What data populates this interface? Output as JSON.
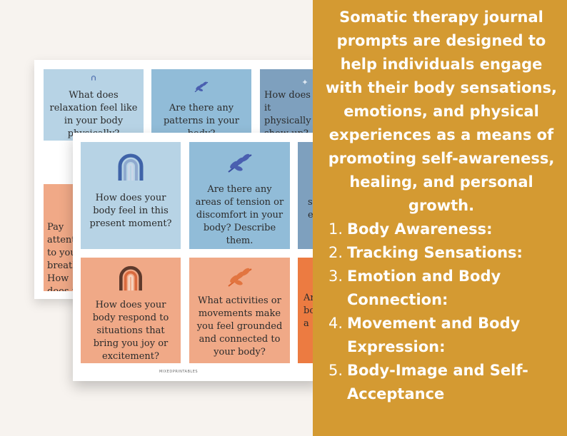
{
  "back_cards": [
    {
      "text": "What does relaxation feel like in your body physically?",
      "icon": "rainbow-icon"
    },
    {
      "text": "Are there any patterns in your body?",
      "icon": "leaf-icon"
    },
    {
      "text": "How does it physically show up?",
      "icon": "sparkle-icon"
    },
    {
      "text": "Pay attention to your breath. How does it feel right now?",
      "icon": ""
    }
  ],
  "front_cards": [
    {
      "text": "How does your body feel in this present moment?",
      "icon": "rainbow-icon"
    },
    {
      "text": "Are there any areas of tension or discomfort in your body? Describe them.",
      "icon": "leaf-icon"
    },
    {
      "text": "s ex",
      "icon": ""
    },
    {
      "text": "How does your body respond to situations that bring you joy or excitement?",
      "icon": "rainbow-icon"
    },
    {
      "text": "What activities or movements make you feel grounded and connected to your body?",
      "icon": "leaf-icon"
    },
    {
      "text": "Ar bo a",
      "icon": ""
    }
  ],
  "brand": "MIXEDPRINTABLES",
  "panel": {
    "intro": "Somatic therapy journal prompts are designed to help individuals engage with their body sensations, emotions, and physical experiences as a means of promoting self-awareness, healing, and personal growth.",
    "items": [
      {
        "num": "1.",
        "label": "Body Awareness:"
      },
      {
        "num": "2.",
        "label": "Tracking Sensations:"
      },
      {
        "num": "3.",
        "label": "Emotion and Body Connection:"
      },
      {
        "num": "4.",
        "label": "Movement and Body Expression:"
      },
      {
        "num": "5.",
        "label": "Body-Image and Self-Acceptance"
      }
    ]
  },
  "colors": {
    "panel": "#d49a32",
    "blue_light": "#b7d3e5",
    "blue_mid": "#91bcd8",
    "blue_dark": "#7ea0be",
    "peach": "#f0a987",
    "orange": "#ec7b41"
  }
}
